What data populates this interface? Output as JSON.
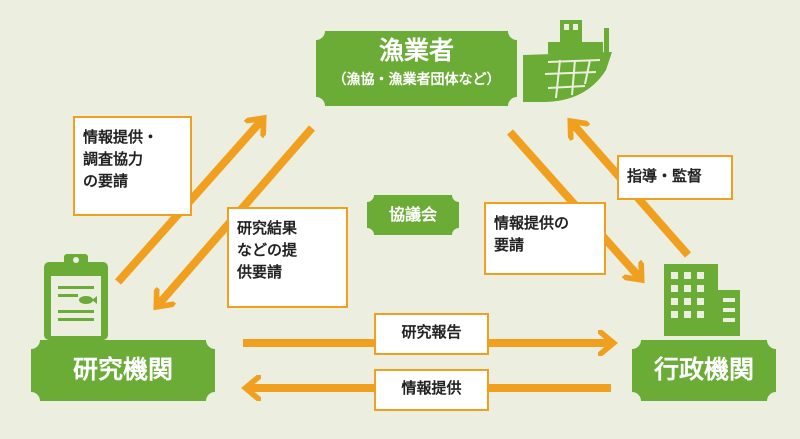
{
  "colors": {
    "background": "#ecefdf",
    "green": "#6aac35",
    "arrow": "#f0a01e",
    "label_border": "#f0a01e",
    "text": "#222222"
  },
  "nodes": {
    "fishery": {
      "title": "漁業者",
      "subtitle": "（漁協・漁業者団体など）",
      "icon": "fishing-boat-icon"
    },
    "research": {
      "title": "研究機関",
      "icon": "clipboard-fish-icon"
    },
    "government": {
      "title": "行政機関",
      "icon": "office-building-icon"
    },
    "council": {
      "title": "協議会"
    }
  },
  "labels": {
    "info_request": [
      "情報提供・",
      "調査協力",
      "の要請"
    ],
    "research_results": [
      "研究結果",
      "などの提",
      "供要請"
    ],
    "info_provide_request": [
      "情報提供の",
      "要請"
    ],
    "guidance": "指導・監督",
    "research_report": "研究報告",
    "info_provision": "情報提供"
  }
}
